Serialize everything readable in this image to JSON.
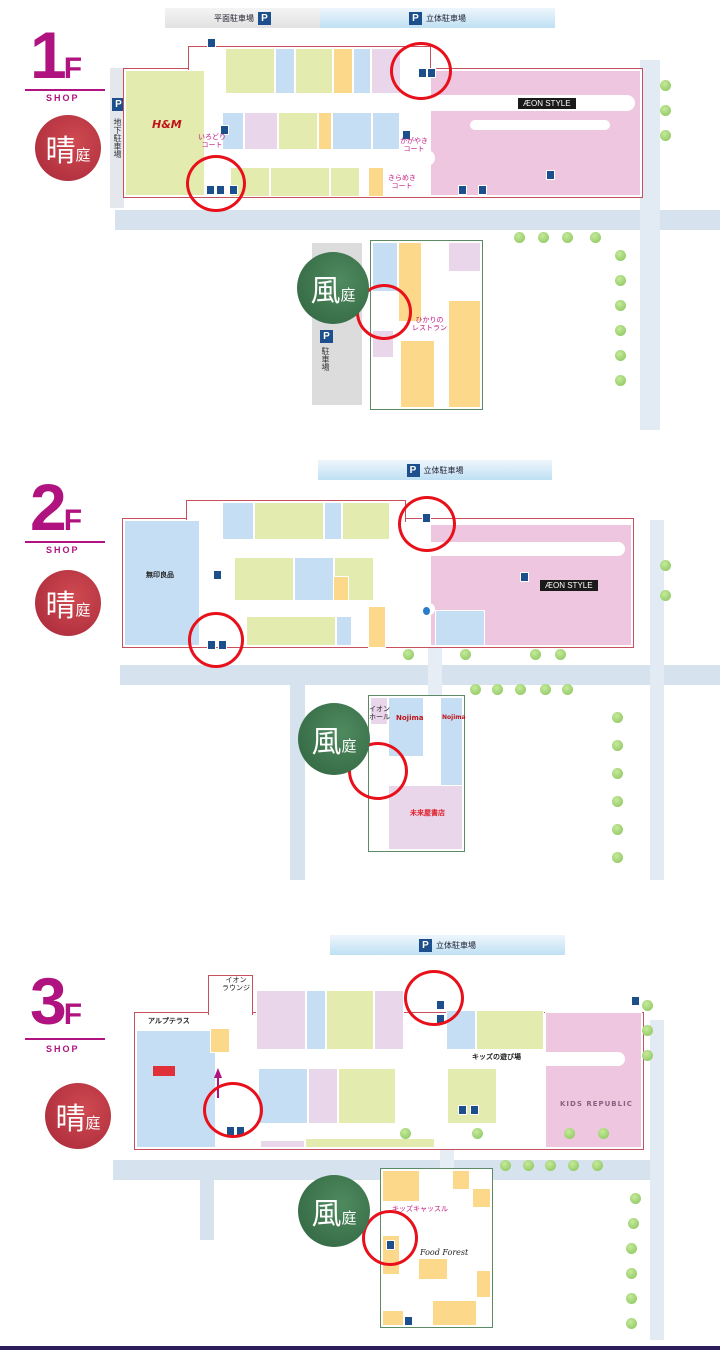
{
  "floors": [
    {
      "label_number": "1",
      "label_f": "F",
      "label_shop": "SHOP",
      "hare_garden": {
        "main": "晴",
        "sub": "庭"
      },
      "kaze_garden": {
        "main": "風",
        "sub": "庭"
      },
      "parking_bars": [
        "平面駐車場",
        "立体駐車場"
      ],
      "underground_parking": "地下駐車場",
      "side_parking": "駐車場",
      "anchors": {
        "hm": "H&M",
        "aeon": "ÆON STYLE"
      },
      "courts": [
        "いろどり\nコート",
        "かがやき\nコート",
        "きらめき\nコート",
        "ひかりの\nレストラン"
      ]
    },
    {
      "label_number": "2",
      "label_f": "F",
      "label_shop": "SHOP",
      "hare_garden": {
        "main": "晴",
        "sub": "庭"
      },
      "kaze_garden": {
        "main": "風",
        "sub": "庭"
      },
      "parking_bars": [
        "立体駐車場"
      ],
      "anchors": {
        "muji": "無印良品",
        "aeon": "ÆON STYLE",
        "nojima": "Nojima",
        "aeon_hall": "イオン\nホール",
        "bookstore": "未来屋書店"
      }
    },
    {
      "label_number": "3",
      "label_f": "F",
      "label_shop": "SHOP",
      "hare_garden": {
        "main": "晴",
        "sub": "庭"
      },
      "kaze_garden": {
        "main": "風",
        "sub": "庭"
      },
      "parking_bars": [
        "立体駐車場"
      ],
      "anchors": {
        "alps": "アルプテラス",
        "lounge": "イオン\nラウンジ",
        "kids_play": "キッズの遊び場",
        "kids_republic": "KIDS REPUBLIC",
        "kids_castle": "キッズキャッスル",
        "food_forest": "Food Forest"
      }
    }
  ],
  "parking_icon": "P",
  "colors": {
    "floor_label": "#b0137f",
    "hare": "#b8303f",
    "kaze": "#3f7a4f",
    "highlight_ring": "#e8101a",
    "outline": "#c84f5e"
  }
}
